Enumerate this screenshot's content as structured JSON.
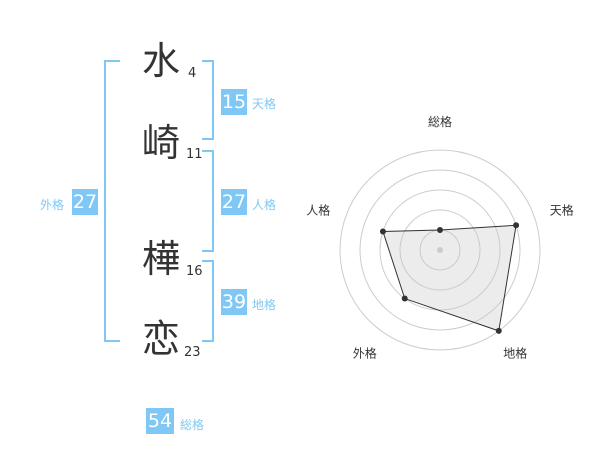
{
  "name": {
    "chars": [
      {
        "char": "水",
        "strokes": "4"
      },
      {
        "char": "崎",
        "strokes": "11"
      },
      {
        "char": "樺",
        "strokes": "16"
      },
      {
        "char": "恋",
        "strokes": "23"
      }
    ]
  },
  "kakusu": {
    "tenkaku": {
      "value": "15",
      "label": "天格"
    },
    "jinkaku": {
      "value": "27",
      "label": "人格"
    },
    "chikaku": {
      "value": "39",
      "label": "地格"
    },
    "gaikaku": {
      "value": "27",
      "label": "外格"
    },
    "soukaku": {
      "value": "54",
      "label": "総格"
    }
  },
  "colors": {
    "accent": "#7fc8f5",
    "text": "#333333",
    "grid": "#cccccc",
    "fill": "#eeeeee"
  },
  "chart_data": {
    "type": "radar",
    "axes": [
      "総格",
      "天格",
      "地格",
      "外格",
      "人格"
    ],
    "max": 5,
    "rings": 5,
    "values": [
      1,
      4,
      5,
      3,
      3
    ]
  }
}
